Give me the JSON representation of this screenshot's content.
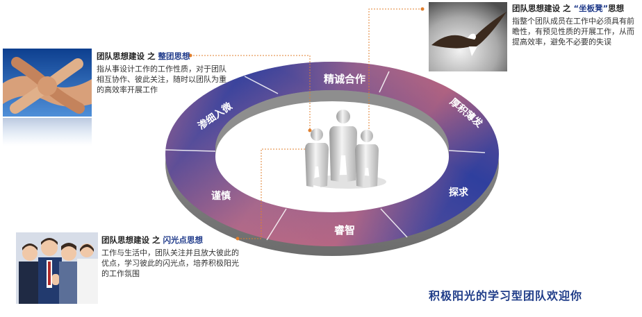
{
  "diagram": {
    "segments": [
      "精诚合作",
      "厚积薄发",
      "探求",
      "睿智",
      "谨慎",
      "渗细入微"
    ],
    "colors": {
      "blue": "#2f3f9e",
      "pink": "#d06b7a",
      "purple": "#7e5d98",
      "ring_side": "#8a8a8a",
      "leader": "#e07f2e"
    }
  },
  "captions": {
    "teamwork": {
      "title_prefix": "团队思想建设 之 ",
      "title_highlight": "整团思想",
      "body": "指从事设计工作的工作性质，对于团队相互协作、彼此关注，随时以团队为重的高效率开展工作"
    },
    "bench": {
      "title_prefix": "团队思想建设 之 ",
      "title_highlight": "“坐板凳”",
      "title_suffix": "思想",
      "body": "指整个团队成员在工作中必须具有前瞻性，有预见性质的开展工作，从而提高效率，避免不必要的失误"
    },
    "spark": {
      "title_prefix": "团队思想建设 之 ",
      "title_highlight": "闪光点思想",
      "body": "工作与生活中，团队关注并且放大彼此的优点，学习彼此的闪光点，培养积极阳光的工作氛围"
    }
  },
  "slogan": "积极阳光的学习型团队欢迎你",
  "icons": {
    "hands_photo": "hands-photo-icon",
    "eagle_photo": "eagle-photo-icon",
    "people_photo": "people-photo-icon",
    "figures": "team-figures-icon"
  }
}
